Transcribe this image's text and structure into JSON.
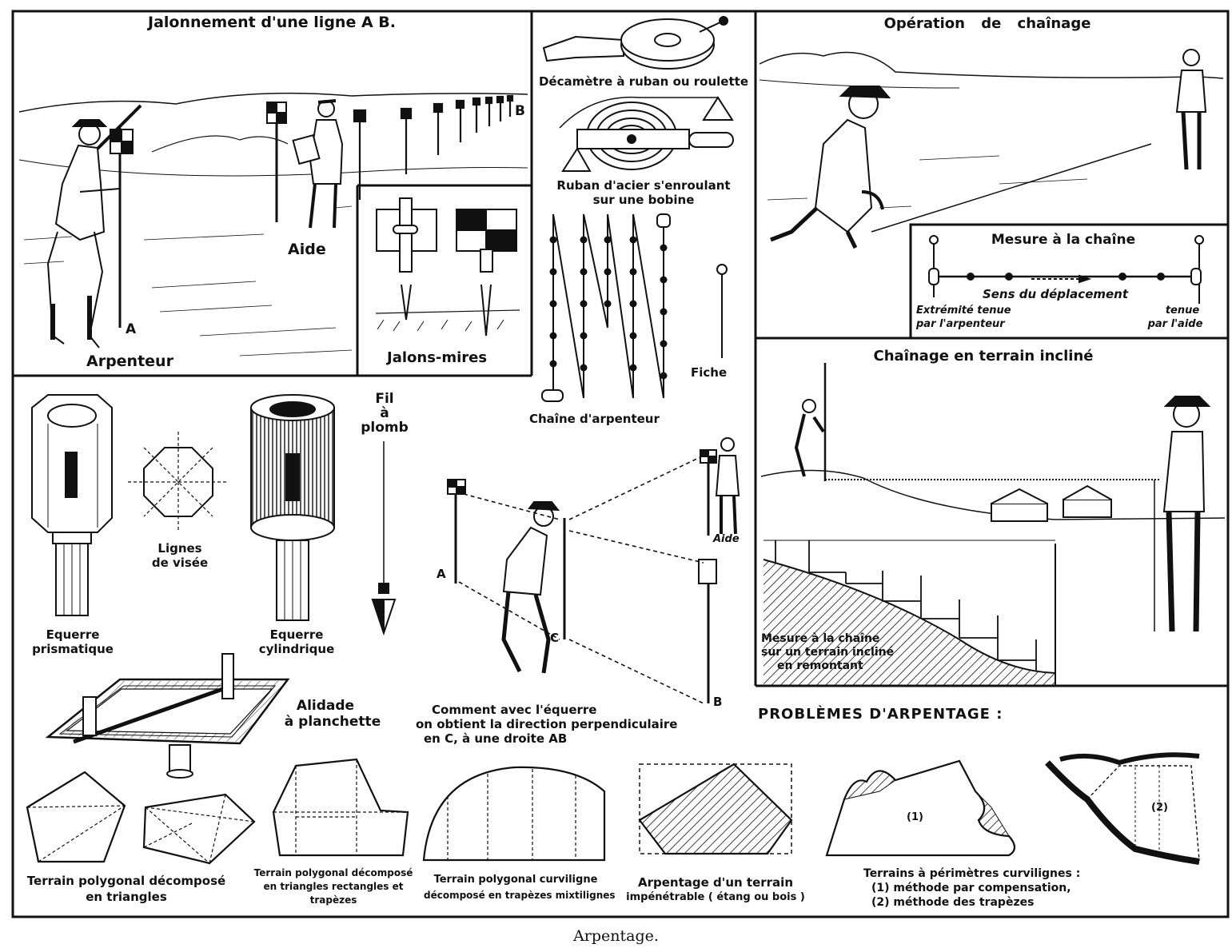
{
  "caption": "Arpentage.",
  "panels": {
    "jalonnement": {
      "title": "Jalonnement d'une ligne A B.",
      "point_a": "A",
      "point_b": "B",
      "aide": "Aide",
      "arpenteur": "Arpenteur",
      "jalons_mires": "Jalons-mires"
    },
    "instruments": {
      "decametre": "Décamètre à ruban ou roulette",
      "ruban_line1": "Ruban d'acier s'enroulant",
      "ruban_line2": "sur une bobine",
      "fiche": "Fiche",
      "chaine": "Chaîne d'arpenteur"
    },
    "chainage": {
      "title": "Opération de chaînage",
      "mesure_title": "Mesure à la chaîne",
      "sens": "Sens du déplacement",
      "extremite_line1": "Extrémité tenue",
      "extremite_line2": "par l'arpenteur",
      "tenue_line1": "tenue",
      "tenue_line2": "par l'aide"
    },
    "incline": {
      "title": "Chaînage en terrain incliné",
      "mesure_line1": "Mesure à la chaîne",
      "mesure_line2": "sur un terrain incliné",
      "mesure_line3": "en remontant"
    },
    "equerres": {
      "fil_line1": "Fil",
      "fil_line2": "à",
      "fil_line3": "plomb",
      "prismatique_line1": "Equerre",
      "prismatique_line2": "prismatique",
      "lignes_line1": "Lignes",
      "lignes_line2": "de visée",
      "cylindrique_line1": "Equerre",
      "cylindrique_line2": "cylindrique",
      "alidade_line1": "Alidade",
      "alidade_line2": "à planchette"
    },
    "perpendiculaire": {
      "point_a": "A",
      "point_b": "B",
      "point_c": "C",
      "aide": "Aide",
      "text_line1": "Comment avec l'équerre",
      "text_line2": "on obtient la direction perpendiculaire",
      "text_line3": "en C, à une droite AB"
    },
    "problemes": {
      "title": "PROBLÈMES D'ARPENTAGE :",
      "fig1_line1": "Terrain polygonal décomposé",
      "fig1_line2": "en triangles",
      "fig2_line1": "Terrain polygonal décomposé",
      "fig2_line2": "en triangles rectangles et",
      "fig2_line3": "trapèzes",
      "fig3_line1": "Terrain polygonal curviligne",
      "fig3_line2": "décomposé en trapèzes mixtilignes",
      "fig4_line1": "Arpentage d'un terrain",
      "fig4_line2": "impénétrable ( étang ou bois )",
      "fig5_line1": "Terrains à périmètres curvilignes :",
      "fig5_line2": "(1)  méthode par compensation,",
      "fig5_line3": "(2)  méthode des trapèzes",
      "mark1": "(1)",
      "mark2": "(2)"
    }
  }
}
